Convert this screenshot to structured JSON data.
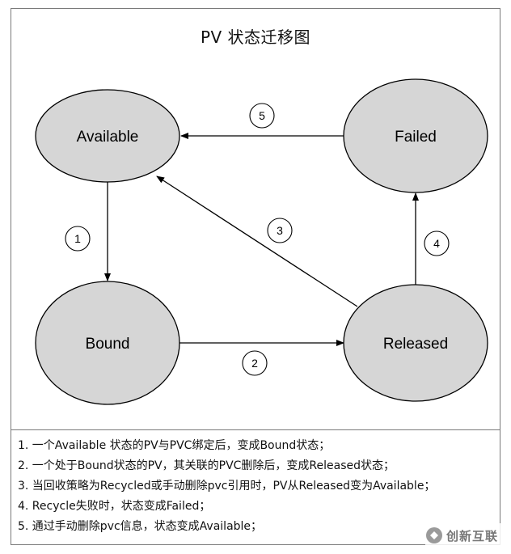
{
  "title": "PV 状态迁移图",
  "colors": {
    "node_fill": "#d6d6d6",
    "stroke": "#000000",
    "frame": "#7a7a7a"
  },
  "states": [
    {
      "id": "available",
      "label": "Available"
    },
    {
      "id": "failed",
      "label": "Failed"
    },
    {
      "id": "bound",
      "label": "Bound"
    },
    {
      "id": "released",
      "label": "Released"
    }
  ],
  "transitions": [
    {
      "id": "t1",
      "step": "1",
      "from": "available",
      "to": "bound"
    },
    {
      "id": "t2",
      "step": "2",
      "from": "bound",
      "to": "released"
    },
    {
      "id": "t3",
      "step": "3",
      "from": "released",
      "to": "available"
    },
    {
      "id": "t4",
      "step": "4",
      "from": "released",
      "to": "failed"
    },
    {
      "id": "t5",
      "step": "5",
      "from": "failed",
      "to": "available"
    }
  ],
  "notes": [
    "1. 一个Available 状态的PV与PVC绑定后，变成Bound状态；",
    "2. 一个处于Bound状态的PV，其关联的PVC删除后，变成Released状态；",
    "3. 当回收策略为Recycled或手动删除pvc引用时，PV从Released变为Available；",
    "4. Recycle失败时，状态变成Failed；",
    "5. 通过手动删除pvc信息，状态变成Available；"
  ],
  "watermark": {
    "text": "创新互联"
  }
}
